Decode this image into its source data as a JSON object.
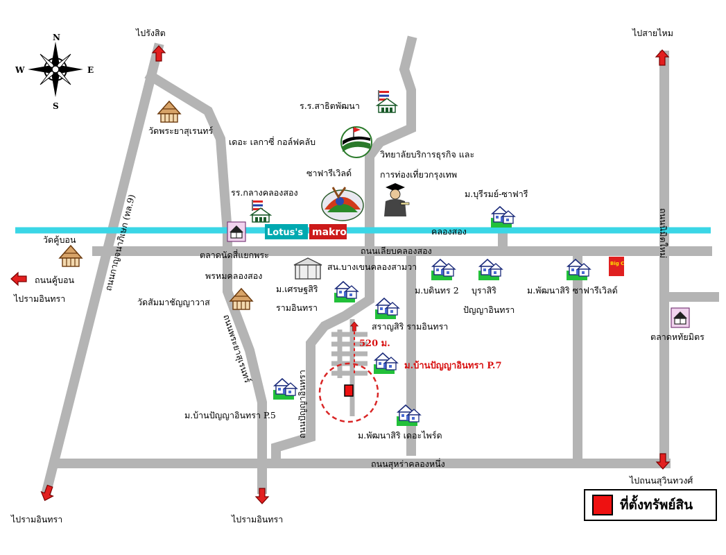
{
  "map": {
    "colors": {
      "road": "#b4b4b4",
      "canal": "#3ad6e6",
      "pointer": "#e21f1f",
      "target_ring": "#d92626",
      "house_green": "#22c03a"
    },
    "labels": {
      "to_rangsit": "ไปรังสิต",
      "to_saimai": "ไปสายไหม",
      "to_ramintra_left": "ไปรามอินทรา",
      "to_ramintra_mid": "ไปรามอินทรา",
      "to_ramintra_west": "ไปรามอินทรา",
      "to_nimitmai": "ไปถนนสุวินทวงศ์",
      "kubon_road": "ถนนคู้บอน",
      "wat_kubon": "วัดคู้บอน",
      "wat_phraya": "วัดพระยาสุเรนทร์",
      "wat_sammachan": "วัดสัมมาชัญญาวาส",
      "rr_sarit": "ร.ร.สาธิตพัฒนา",
      "lakeside": "เดอะ เลกาซี่ กอล์ฟคลับ",
      "college_1": "วิทยาลัยบริการธุรกิจ และ",
      "college_2": "การท่องเที่ยวกรุงเทพ",
      "safari": "ซาฟารีเวิลด์",
      "rr_klang": "รร.กลางคลองสอง",
      "market_1": "ตลาดนัดสี่แยกพระ",
      "market_2": "พรหมคลองสอง",
      "lotus": "Lotus's",
      "makro": "makro",
      "canal": "คลองสอง",
      "road_liap": "ถนนเลียบคลองสอง",
      "police": "สน.บางเขนคลองสามวา",
      "m_burirom": "ม.บุรีรมย์-ซาฟารี",
      "m_setthasiri_1": "ม.เศรษฐสิริ",
      "m_setthasiri_2": "รามอินทรา",
      "m_baintorn": "ม.บดินทร 2",
      "burasiri_1": "บุราสิริ",
      "burasiri_2": "ปัญญาอินทรา",
      "m_pattanasiri": "ม.พัฒนาสิริ ซาฟารีเวิลด์",
      "saransiri": "สราญสิริ รามอินทรา",
      "dist_520": "520 ม.",
      "target_village": "ม.บ้านปัญญาอินทรา P.7",
      "village_p5": "ม.บ้านปัญญาอินทรา P.5",
      "pattanasiri_5": "ม.พัฒนาสิริ เดอะไพร์ด",
      "road_sukha": "ถนนสุหร่าคลองหนึ่ง",
      "talat_hathai": "ตลาดหทัยมิตร",
      "road_kanchana": "ถนนกาญจนาภิเษก (ทล.9)",
      "road_phraya": "ถนนพระยาสุเรนทร์",
      "road_panya": "ถนนปัญญาอินทรา",
      "road_nimit": "ถนนนิมิตใหม่",
      "big_c": "Big C"
    },
    "compass": {
      "n": "N",
      "s": "S",
      "e": "E",
      "w": "W"
    },
    "legend": {
      "text": "ที่ตั้งทรัพย์สิน"
    }
  }
}
